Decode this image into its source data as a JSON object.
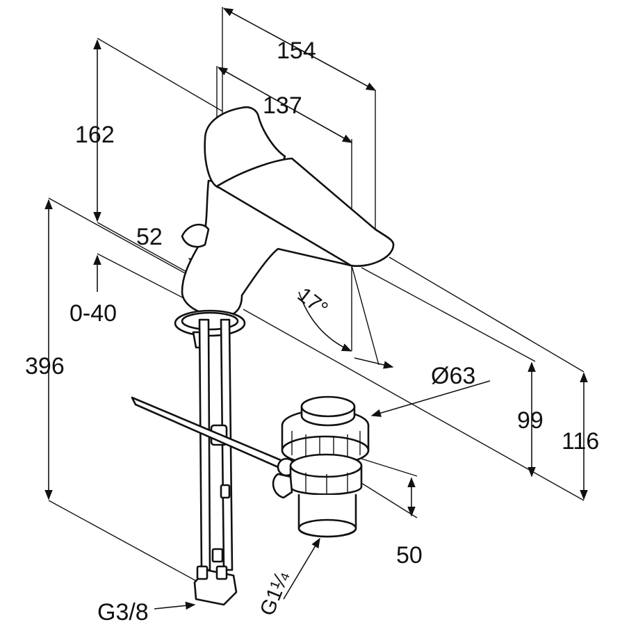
{
  "dimensions": {
    "width_total": "154",
    "width_spout": "137",
    "height_top": "162",
    "depth_52": "52",
    "range_0_40": "0-40",
    "total_396": "396",
    "angle_17": "17°",
    "diameter_63": "Ø63",
    "height_99": "99",
    "height_116": "116",
    "waste_50": "50",
    "thread_g38": "G3/8",
    "thread_g114": "G1¼"
  }
}
